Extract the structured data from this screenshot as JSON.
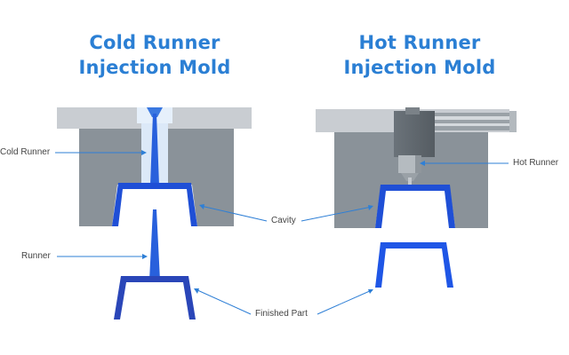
{
  "titles": {
    "cold": [
      "Cold Runner",
      "Injection Mold"
    ],
    "hot": [
      "Hot Runner",
      "Injection Mold"
    ]
  },
  "labels": {
    "cold_runner": "Cold Runner",
    "hot_runner": "Hot Runner",
    "cavity": "Cavity",
    "runner": "Runner",
    "finished_part": "Finished Part"
  },
  "colors": {
    "title": "#2b7fd4",
    "plate_light": "#c9cdd2",
    "mold_body": "#8a9299",
    "part_blue": "#1f4fd6",
    "leader": "#2e7fd6"
  }
}
